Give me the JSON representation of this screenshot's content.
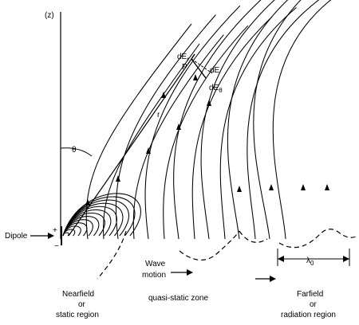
{
  "labels": {
    "z_axis": "(z)",
    "point": "P",
    "radius": "r",
    "theta": "θ",
    "dE_r_main": "dE",
    "dE_r_sub": "r",
    "dE": "dE",
    "dE_theta_main": "dE",
    "dE_theta_sub": "θ",
    "dipole": "Dipole",
    "plus": "+",
    "minus": "−",
    "wave_motion_1": "Wave",
    "wave_motion_2": "motion",
    "nearfield_1": "Nearfield",
    "nearfield_2": "or",
    "nearfield_3": "static region",
    "quasi_static": "quasi-static zone",
    "farfield_1": "Farfield",
    "farfield_2": "or",
    "farfield_3": "radiation region",
    "lambda_main": "λ",
    "lambda_sub": "0"
  }
}
